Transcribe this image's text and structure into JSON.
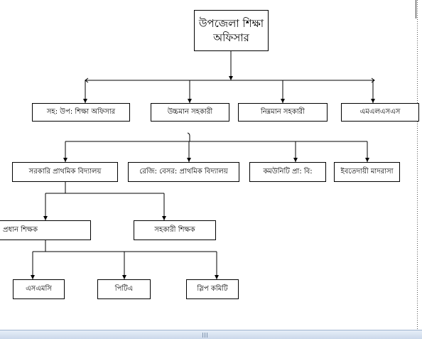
{
  "diagram": {
    "root": {
      "label_line1": "উপজেলা শিক্ষা",
      "label_line2": "অফিসার"
    },
    "level2": [
      {
        "label": "সহ: উপ: শিক্ষা অফিসার"
      },
      {
        "label": "উচ্চমান সহকারী"
      },
      {
        "label": "নিম্নমান সহকারী"
      },
      {
        "label": "এমএলএসএস"
      }
    ],
    "level3": [
      {
        "label": "সরকারি প্রাথমিক বিদ্যালয়"
      },
      {
        "label": "রেজি: বেসর: প্রাথমিক বিদ্যালয়"
      },
      {
        "label": "কমউনিটি প্রা: বি:"
      },
      {
        "label": "ইবতেদায়ী মাদরাসা"
      }
    ],
    "level4": [
      {
        "label": "প্রধান শিক্ষক"
      },
      {
        "label": "সহকারী শিক্ষক"
      }
    ],
    "level5": [
      {
        "label": "এসএমসি"
      },
      {
        "label": "পিটিএ"
      },
      {
        "label": "স্লিপ কমিটি"
      }
    ]
  },
  "icons": {
    "scrollbar_grip": "grip-icon",
    "connector_arrow": "arrow-down-icon"
  },
  "colors": {
    "box_border": "#000000",
    "background": "#ffffff",
    "scrollbar": "#d6e2f1"
  }
}
